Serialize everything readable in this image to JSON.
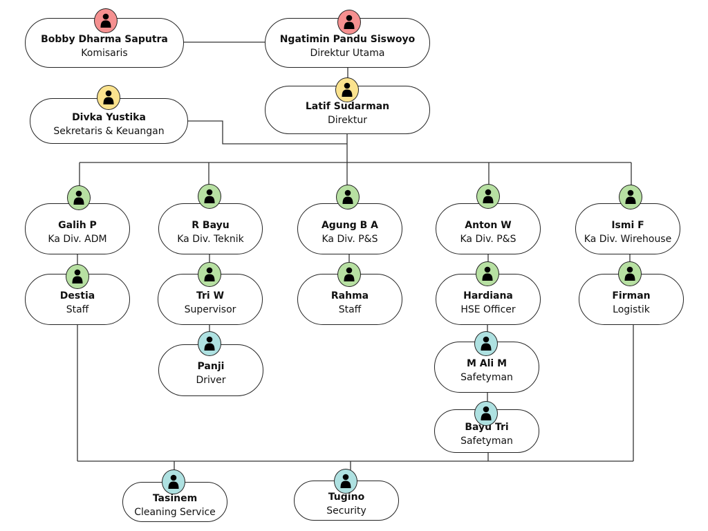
{
  "colors": {
    "komisaris": "#f59090",
    "direktur": "#fbe38e",
    "division": "#b7e0a2",
    "staff": "#aee1e1"
  },
  "nodes": {
    "bobby": {
      "name": "Bobby Dharma Saputra",
      "role": "Komisaris"
    },
    "ngatimin": {
      "name": "Ngatimin Pandu Siswoyo",
      "role": "Direktur Utama"
    },
    "latif": {
      "name": "Latif Sudarman",
      "role": "Direktur"
    },
    "divka": {
      "name": "Divka Yustika",
      "role": "Sekretaris & Keuangan"
    },
    "galih": {
      "name": "Galih P",
      "role": "Ka Div. ADM"
    },
    "rbayu": {
      "name": "R Bayu",
      "role": "Ka Div. Teknik"
    },
    "agung": {
      "name": "Agung B A",
      "role": "Ka Div. P&S"
    },
    "anton": {
      "name": "Anton W",
      "role": "Ka Div. P&S"
    },
    "ismi": {
      "name": "Ismi F",
      "role": "Ka Div. Wirehouse"
    },
    "destia": {
      "name": "Destia",
      "role": "Staff"
    },
    "triw": {
      "name": "Tri W",
      "role": "Supervisor"
    },
    "panji": {
      "name": "Panji",
      "role": "Driver"
    },
    "rahma": {
      "name": "Rahma",
      "role": "Staff"
    },
    "hardiana": {
      "name": "Hardiana",
      "role": "HSE Officer"
    },
    "mali": {
      "name": "M Ali M",
      "role": "Safetyman"
    },
    "bayutri": {
      "name": "Bayu Tri",
      "role": "Safetyman"
    },
    "firman": {
      "name": "Firman",
      "role": "Logistik"
    },
    "tasinem": {
      "name": "Tasinem",
      "role": "Cleaning Service"
    },
    "tugino": {
      "name": "Tugino",
      "role": "Security"
    }
  }
}
